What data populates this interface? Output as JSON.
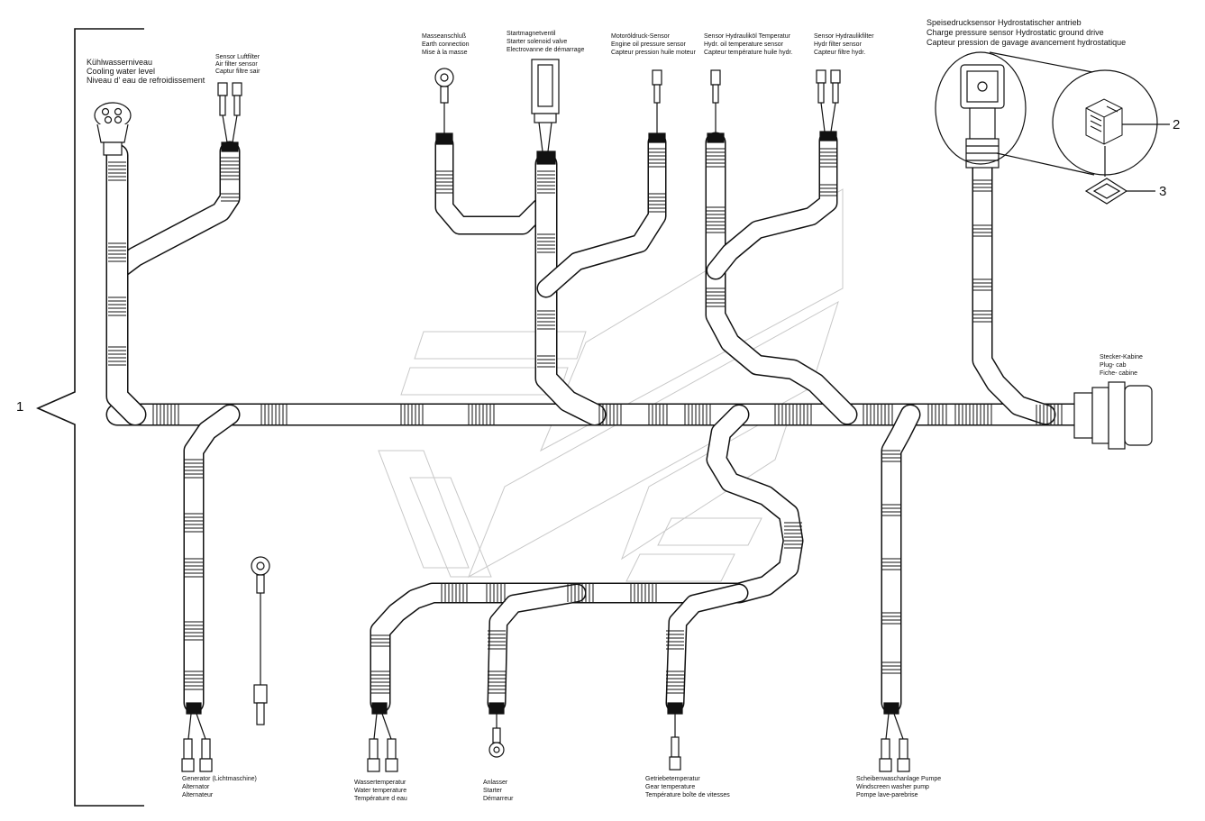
{
  "callouts": {
    "harness": "1",
    "sensor_body": "2",
    "seal": "3"
  },
  "labels": {
    "coolant": [
      "Kühlwasserniveau",
      "Cooling water level",
      "Niveau d' eau de refroidissement"
    ],
    "air_filter": [
      "Sensor Luftfilter",
      "Air filter sensor",
      "Captur filtre sair"
    ],
    "earth": [
      "Masseanschluß",
      "Earth connection",
      "Mise à la masse"
    ],
    "starter_valve": [
      "Startmagnetventil",
      "Starter solenoid valve",
      "Electrovanne de démarrage"
    ],
    "oil_pressure": [
      "Motoröldruck-Sensor",
      "Engine oil pressure sensor",
      "Capteur pression huile moteur"
    ],
    "hydr_temp": [
      "Sensor Hydrauliköl Temperatur",
      "Hydr. oil temperature sensor",
      "Capteur température huile hydr."
    ],
    "hydr_filter": [
      "Sensor Hydraulikfilter",
      "Hydr filter sensor",
      "Capteur filtre hydr."
    ],
    "charge_pressure": [
      "Speisedrucksensor Hydrostatischer antrieb",
      "Charge pressure sensor Hydrostatic ground drive",
      "Capteur pression de gavage avancement hydrostatique"
    ],
    "plug_cab": [
      "Stecker-Kabine",
      "Plug- cab",
      "Fiche- cabine"
    ],
    "alternator": [
      "Generator (Lichtmaschine)",
      "Alternator",
      "Alternateur"
    ],
    "water_temp": [
      "Wassertemperatur",
      "Water temperature",
      "Température d eau"
    ],
    "starter": [
      "Anlasser",
      "Starter",
      "Démarreur"
    ],
    "gearbox_temp": [
      "Getriebetemperatur",
      "Gear temperature",
      "Température boîte de vitesses"
    ],
    "washer_pump": [
      "Scheibenwaschanlage Pumpe",
      "Windscreen washer pump",
      "Pompe lave-parebrise"
    ]
  }
}
